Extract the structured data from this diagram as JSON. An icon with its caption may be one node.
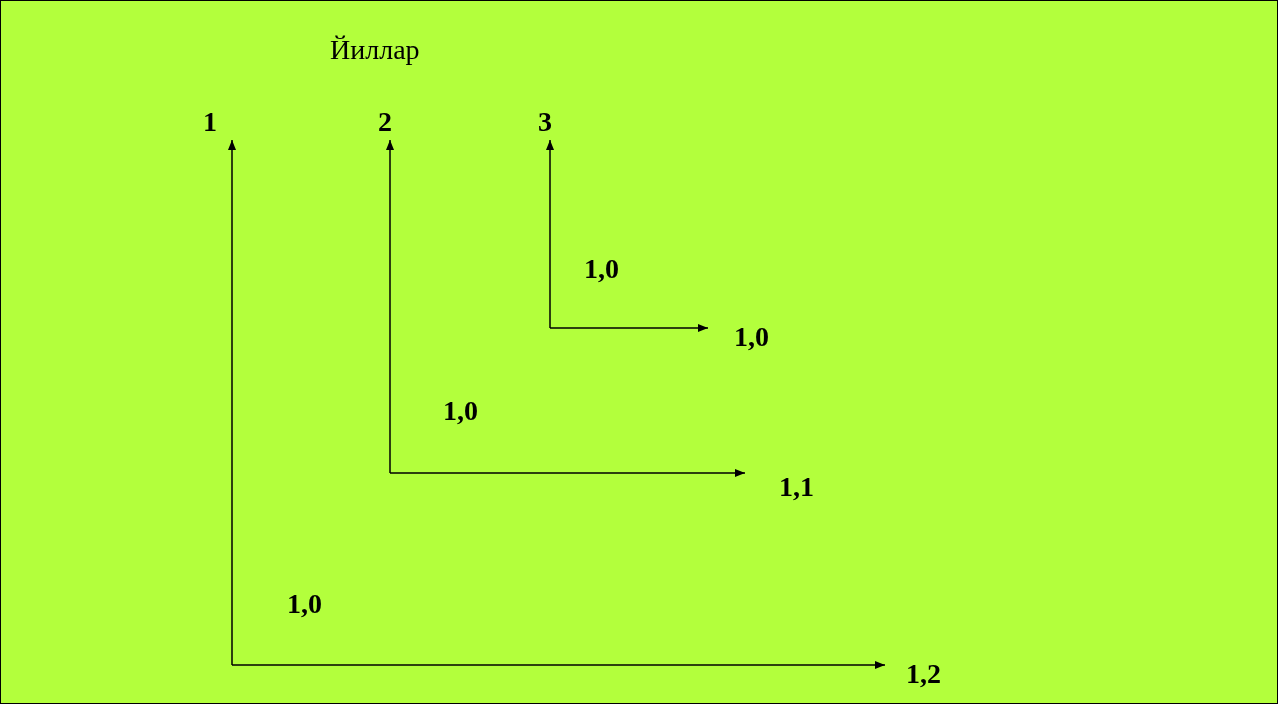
{
  "diagram": {
    "title": "Йиллар",
    "labels": [
      "1",
      "2",
      "3",
      "1,0",
      "1,0",
      "1,0",
      "1,1",
      "1,0",
      "1,2"
    ]
  }
}
